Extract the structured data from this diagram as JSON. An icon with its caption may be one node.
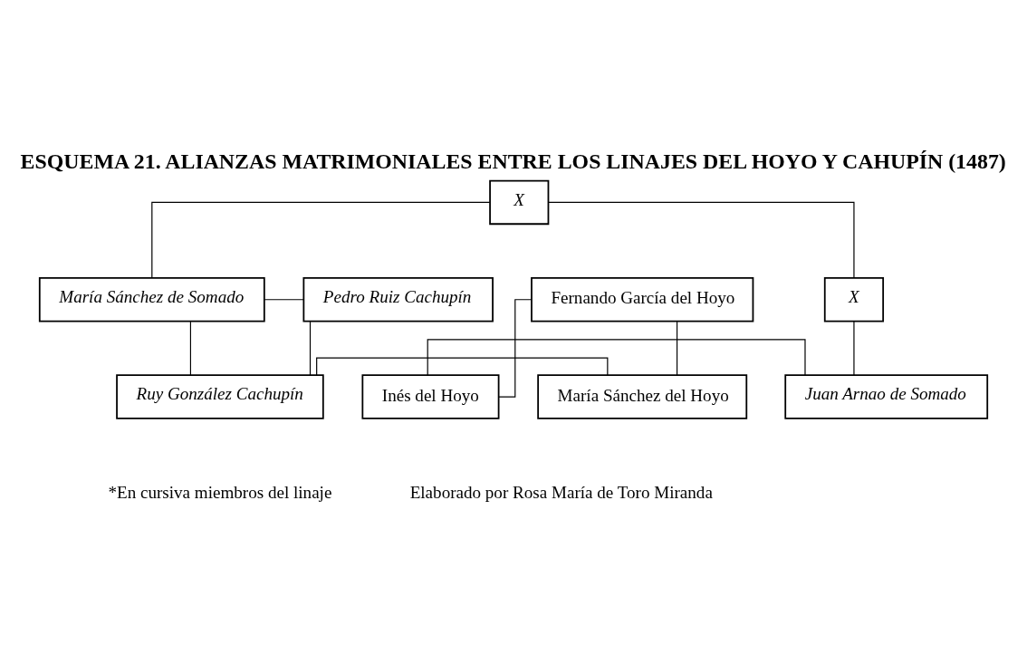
{
  "diagram": {
    "title": "ESQUEMA 21. ALIANZAS MATRIMONIALES ENTRE LOS LINAJES DEL HOYO Y CAHUPÍN (1487)",
    "nodes": [
      {
        "text": [
          "X"
        ]
      },
      {
        "text": [
          "María Sánchez de Somado"
        ]
      },
      {
        "text": [
          "Pedro Ruiz Cachupín"
        ]
      },
      {
        "text": [
          "Fernando García del Hoyo"
        ]
      },
      {
        "text": [
          "X"
        ]
      },
      {
        "text": [
          "Ruy González Cachupín"
        ]
      },
      {
        "text": [
          "María Sánchez del Hoyo"
        ]
      },
      {
        "text": [
          "Inés del Hoyo"
        ]
      },
      {
        "text": [
          "Juan Arnao de Somado"
        ]
      }
    ],
    "edges": [
      {
        "from": 0,
        "to": 1,
        "arrow": "none"
      },
      {
        "from": 0,
        "to": 4,
        "arrow": "none"
      },
      {
        "from": 1,
        "to": 2,
        "arrow": "none"
      },
      {
        "from": 1,
        "to": 5,
        "arrow": "none"
      },
      {
        "from": 2,
        "to": 5,
        "arrow": "none"
      },
      {
        "from": 3,
        "to": 6,
        "arrow": "none"
      },
      {
        "from": 3,
        "to": 7,
        "arrow": "none"
      },
      {
        "from": 5,
        "to": 6,
        "arrow": "none"
      },
      {
        "from": 7,
        "to": 8,
        "arrow": "none"
      },
      {
        "from": 4,
        "to": 8,
        "arrow": "none"
      }
    ],
    "labels": [
      "*En cursiva miembros del linaje",
      "Elaborado por Rosa María de Toro Miranda"
    ]
  }
}
